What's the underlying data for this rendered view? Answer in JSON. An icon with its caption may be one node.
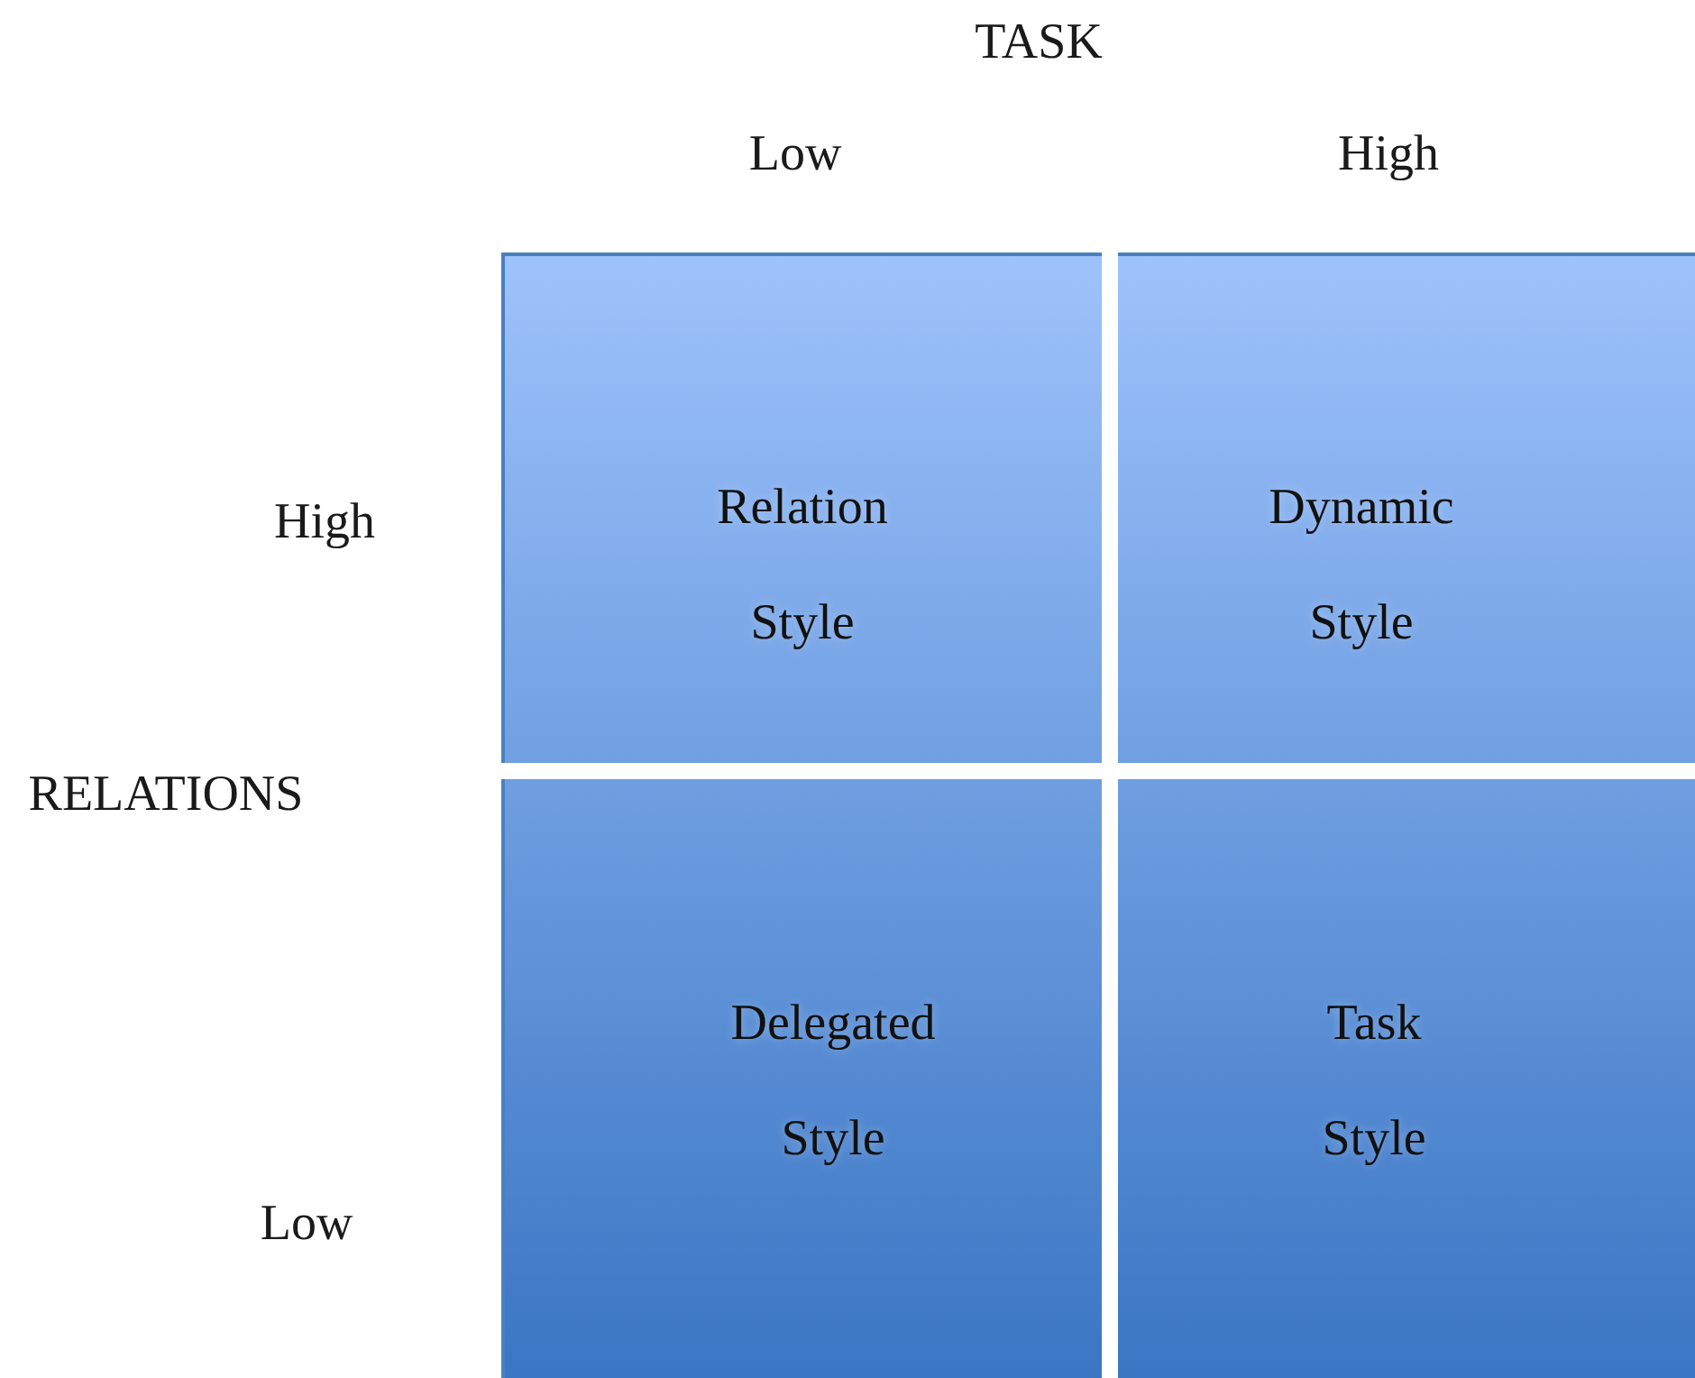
{
  "diagram": {
    "nodes": [
      {
        "text": [
          "Relation Style"
        ]
      },
      {
        "text": [
          "Dynamic Style"
        ]
      },
      {
        "text": [
          "Delegated Style"
        ]
      },
      {
        "text": [
          "Task Style"
        ]
      }
    ],
    "labels": [
      "TASK",
      "Low",
      "High",
      "High",
      "RELATIONS",
      "Low"
    ]
  }
}
